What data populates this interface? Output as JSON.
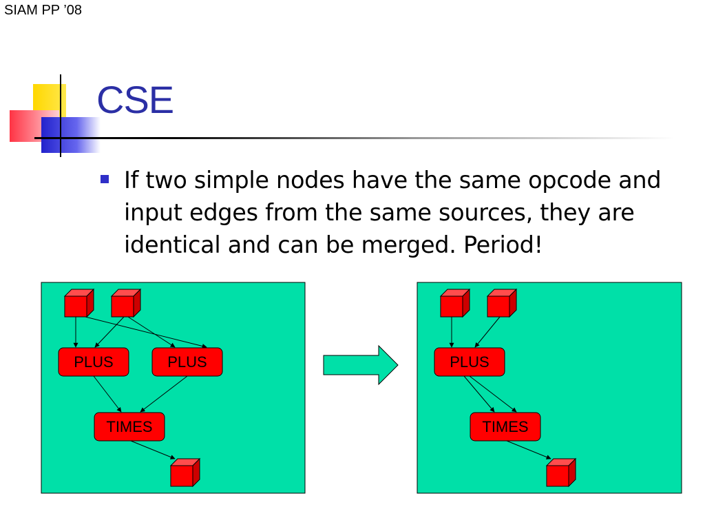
{
  "header": {
    "label": "SIAM PP ’08"
  },
  "slide": {
    "title": "CSE",
    "bullet": "If two simple nodes have the same opcode and input edges from the same sources, they are identical and can be merged.   Period!"
  },
  "colors": {
    "panel": "#00e0a8",
    "node": "#ff0000",
    "title": "#2b2fa5",
    "bullet": "#2f2fc8",
    "arrow": "#00e0a8"
  },
  "diagrams": {
    "before": {
      "plus_left": "PLUS",
      "plus_right": "PLUS",
      "times": "TIMES"
    },
    "after": {
      "plus": "PLUS",
      "times": "TIMES"
    }
  }
}
